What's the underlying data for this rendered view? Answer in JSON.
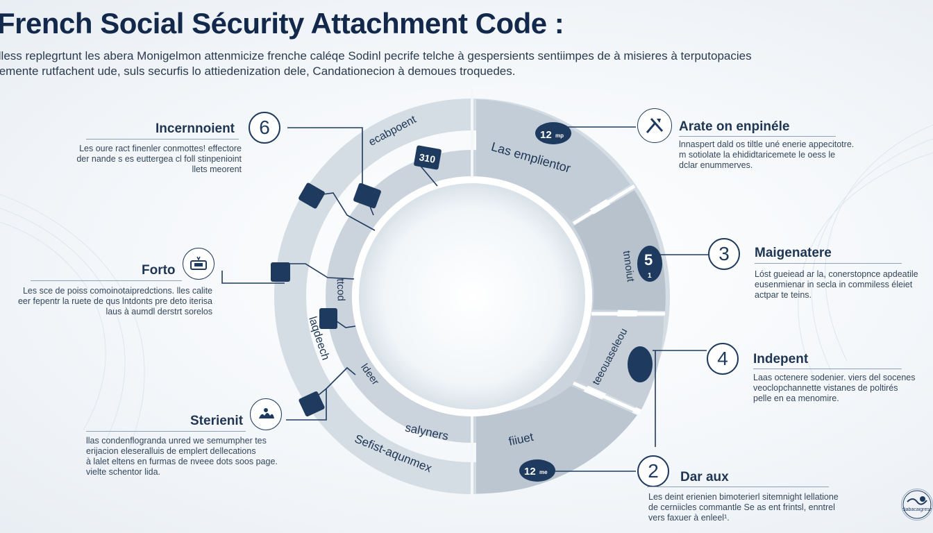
{
  "header": {
    "title": "French Social Sécurity Attachment Code :",
    "subtitle_line1": "illess replegrtunt les abera Monigelmon attenmicize frenche caléqe Sodinl pecrife telche à gespersients sentiimpes de à misieres à terputopacies",
    "subtitle_line2": "temente rutfachent ude, suls securfis lo attiedenization dele, Candationecion à demoues troquedes."
  },
  "steps": {
    "s6": {
      "number": "6",
      "label": "Incernnoient",
      "desc": [
        "Les oure ract finenler conmottes! effectore",
        "der nande s es euttergea cl foll stinpenioint",
        "llets meorent"
      ]
    },
    "forto": {
      "label": "Forto",
      "icon": "document-icon",
      "desc": [
        "Les sce de poiss comoinotaipredctions. lles calite",
        "eer fepentr la ruete de qus lntdonts pre deto iterisa",
        "laus à aumdl derstrt sorelos"
      ]
    },
    "sterienit": {
      "label": "Sterienit",
      "icon": "hands-icon",
      "desc": [
        "llas condenflogranda unred we semumpher tes",
        "erijacion eleseralluis de emplert dellecations",
        "à lalet eltens en furmas de nveee dots soos page.",
        "vielte schentor lida."
      ]
    },
    "arate": {
      "label": "Arate on enpinéle",
      "icon": "tools-icon",
      "desc": [
        "lnnaspert dald os tiltle uné enerie appecitotre.",
        "m sotiolate la ehididtaricemete le oess le",
        "dclar enummerves."
      ]
    },
    "s3": {
      "number": "3",
      "label": "Maigenatere",
      "desc": [
        "Lóst gueiead ar la, conerstopnce apdeatile",
        "eusenmienar in secla in commiless éleiet",
        "actpar te teins."
      ]
    },
    "s4": {
      "number": "4",
      "label": "Indepent",
      "desc": [
        "Laas octenere sodenier. viers del socenes",
        "veoclopchannette vistanes de poltirés",
        "pelle en ea menomire."
      ]
    },
    "s2": {
      "number": "2",
      "label": "Dar aux",
      "desc": [
        "Les deint erienien bimoterierl sitemnight lellatione",
        "de cerniicles commantle Se as ent frintsl, enntrel",
        "vers faxuer à enleel¹."
      ]
    }
  },
  "ring": {
    "outer_left_labels": {
      "top": "ecabpoent",
      "middle": "laqdeech",
      "bottom": "Sefist-aqunmex"
    },
    "inner_left_labels": {
      "middle": "ttcod",
      "lower": "ldeer",
      "bottom": "salyners"
    },
    "right_labels": {
      "top": "Las emplientor",
      "middle": "tnnoiut",
      "lower": "teeouaseleou",
      "bottom": "fiiuet"
    },
    "badges": {
      "b310": "310",
      "b12top": "12",
      "b12top_sub": "mp",
      "b12bot": "12",
      "b12bot_sub": "me",
      "b5": "5",
      "b5_sub": "1"
    }
  },
  "watermark": {
    "text": "diabacaigrese"
  },
  "colors": {
    "navy": "#1f3a5f",
    "ring_light": "#d5dde5",
    "ring_mid": "#c5ced8",
    "panel": "#b9c4cf"
  }
}
